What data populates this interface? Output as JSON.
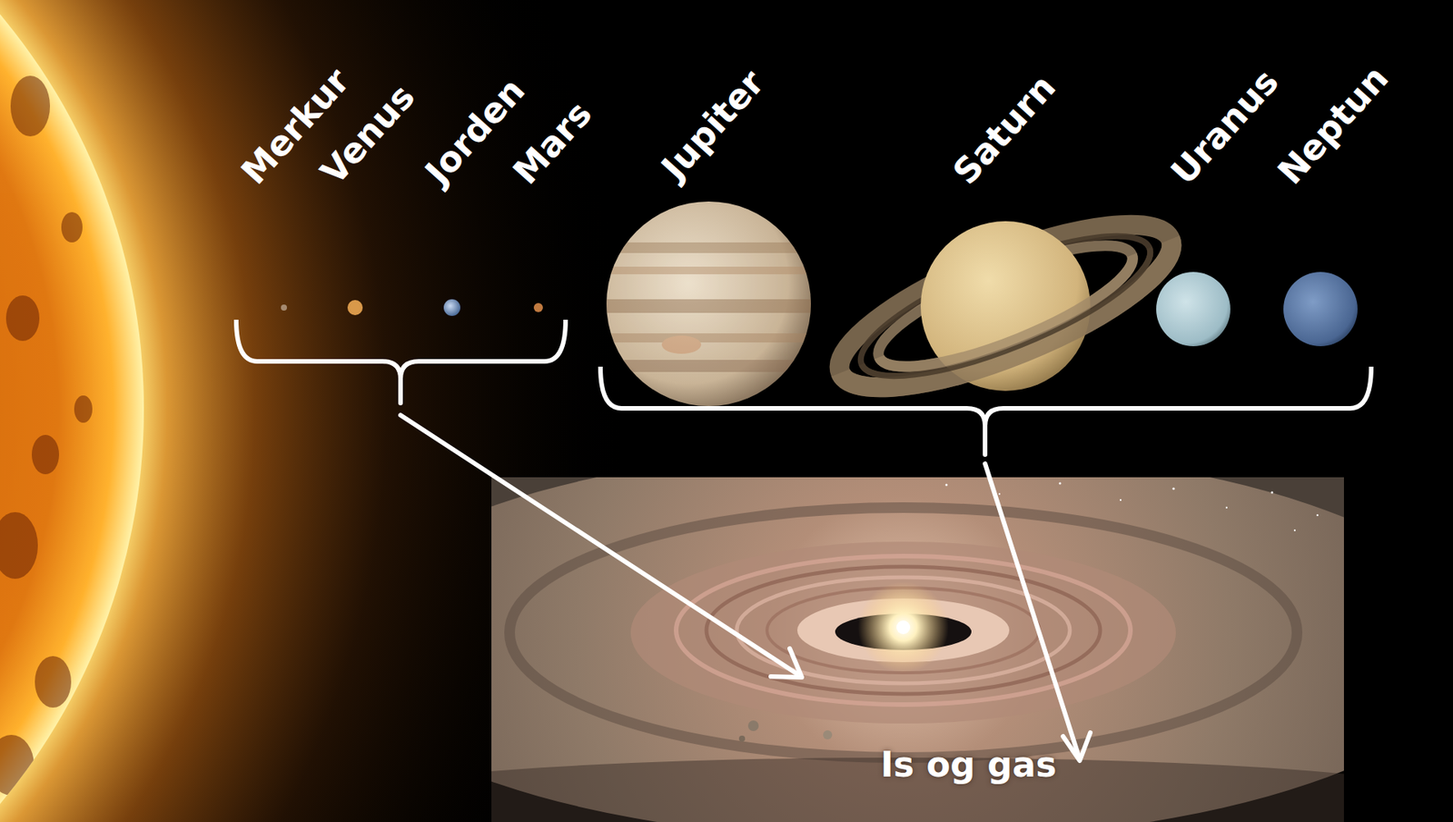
{
  "diagram": {
    "labels": [
      "Merkur",
      "Venus",
      "Jorden",
      "Mars",
      "Jupiter",
      "Saturn",
      "Uranus",
      "Neptun",
      "Is og gas"
    ]
  }
}
